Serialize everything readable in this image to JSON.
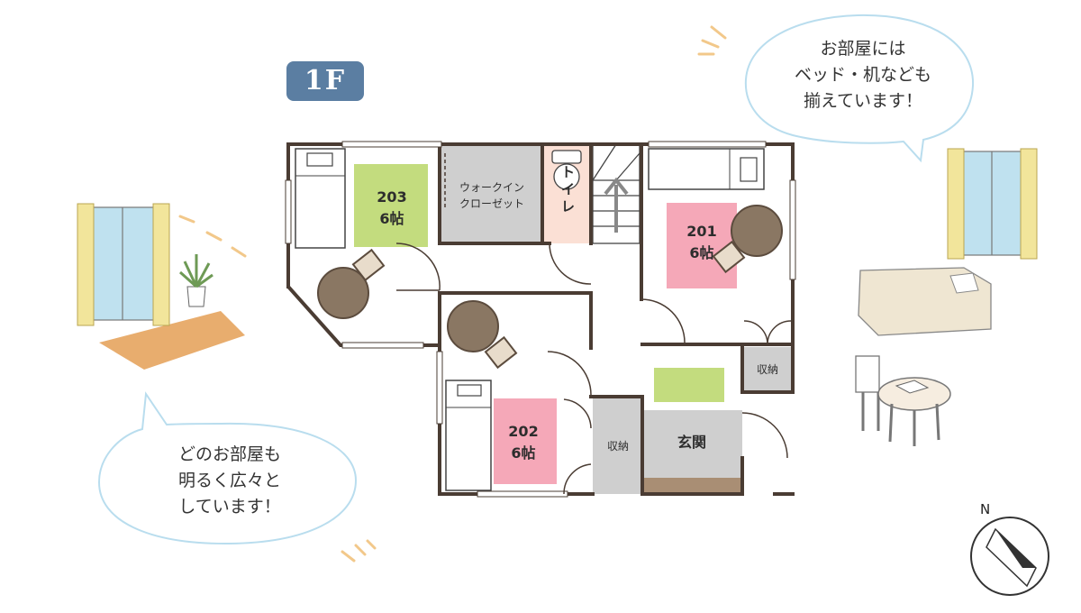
{
  "floor_badge": "1F",
  "bubbles": {
    "top_right": [
      "お部屋には",
      "ベッド・机なども",
      "揃えています！"
    ],
    "bottom_left": [
      "どのお部屋も",
      "明るく広々と",
      "しています！"
    ]
  },
  "rooms": {
    "r203": {
      "number": "203",
      "size": "6帖"
    },
    "r201": {
      "number": "201",
      "size": "6帖"
    },
    "r202": {
      "number": "202",
      "size": "6帖"
    },
    "closet": [
      "ウォークイン",
      "クローゼット"
    ],
    "toilet": [
      "ト",
      "イ",
      "レ"
    ],
    "storage_right": "収納",
    "storage_mid": "収納",
    "entrance": "玄関"
  },
  "compass": {
    "label": "N"
  },
  "colors": {
    "wall": "#4a3c33",
    "green": "#c3dc7e",
    "pink": "#f5a8b8",
    "gray": "#cfcfcf",
    "toilet": "#fbe0d5",
    "badge": "#5b7ea2",
    "wood": "#a98e74",
    "rug": "#e6a45e",
    "curtain": "#f2e59b",
    "window": "#bfe1ef",
    "bubble": "#b9ddee"
  }
}
